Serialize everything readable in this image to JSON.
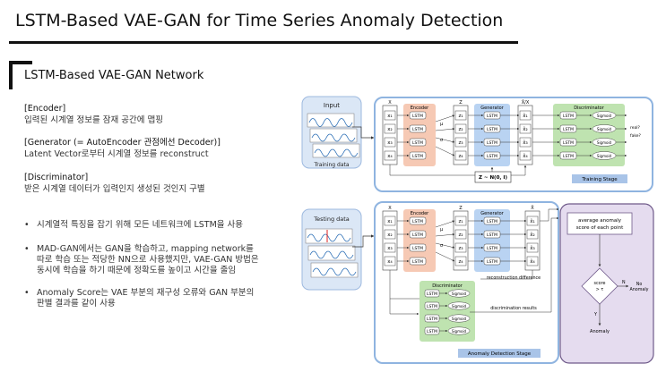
{
  "slide": {
    "title": "LSTM-Based VAE-GAN for Time Series Anomaly Detection",
    "section_title": "LSTM-Based VAE-GAN Network"
  },
  "blocks": [
    {
      "heading": "[Encoder]",
      "desc": "입력된 시계열 정보를 잠재 공간에 맵핑"
    },
    {
      "heading": "[Generator (= AutoEncoder 관점에선 Decoder)]",
      "desc": "Latent Vector로부터 시계열 정보를 reconstruct"
    },
    {
      "heading": "[Discriminator]",
      "desc": "받은 시계열 데이터가 입력인지 생성된 것인지 구별"
    }
  ],
  "bullets": [
    {
      "lines": [
        "시계열적 특징을 잡기 위해 모든 네트워크에 LSTM을 사용"
      ]
    },
    {
      "lines": [
        "MAD-GAN에서는 GAN을 학습하고, mapping network를",
        "따로 학습 또는 적당한 NN으로 사용했지만, VAE-GAN 방법은",
        "동시에 학습을 하기 때문에 정확도를 높이고 시간을 줄임"
      ]
    },
    {
      "lines": [
        "Anomaly Score는 VAE 부분의 재구성 오류와 GAN 부분의",
        "판별 결과를 같이 사용"
      ]
    }
  ],
  "figure": {
    "input_label": "Input",
    "training_data_label": "Training data",
    "testing_data_label": "Testing data",
    "x_label": "X",
    "z_label": "Z",
    "xhat_label": "X̂/X",
    "xhat2_label": "X̂",
    "encoder_label": "Encoder",
    "generator_label": "Generator",
    "discriminator_label": "Discriminator",
    "lstm_label": "LSTM",
    "sigmoid_label": "Sigmoid",
    "x_items": [
      "x₁",
      "x₂",
      "x₃",
      "x₄"
    ],
    "z_items": [
      "z₁",
      "z₂",
      "z₃",
      "z₄"
    ],
    "xhat_items": [
      "x̂₁",
      "x̂₂",
      "x̂₃",
      "x̂₄"
    ],
    "mu_label": "μ",
    "sigma_label": "σ",
    "prior_label": "Z ~ N(0, I)",
    "real_label": "real?",
    "fake_label": "fake?",
    "training_stage_label": "Training Stage",
    "anomaly_stage_label": "Anomaly Detection Stage",
    "recon_diff_label": "reconstruction difference",
    "disc_results_label": "discrimination results",
    "avg_score_label_1": "average anomaly",
    "avg_score_label_2": "score of each point",
    "decision_label_1": "score",
    "decision_label_2": "> τ",
    "no_label": "N",
    "yes_label": "Y",
    "no_anomaly_label_1": "No",
    "no_anomaly_label_2": "Anomaly",
    "anomaly_label": "Anomaly"
  },
  "colors": {
    "encoder": "#f6c9b4",
    "generator": "#b9d3f2",
    "discriminator": "#bfe3b0",
    "stage_border": "#8fb4e0",
    "stage_label_bg": "#a9c4e8",
    "decision_panel": "#e5dcef",
    "decision_border": "#6f5a8a"
  }
}
